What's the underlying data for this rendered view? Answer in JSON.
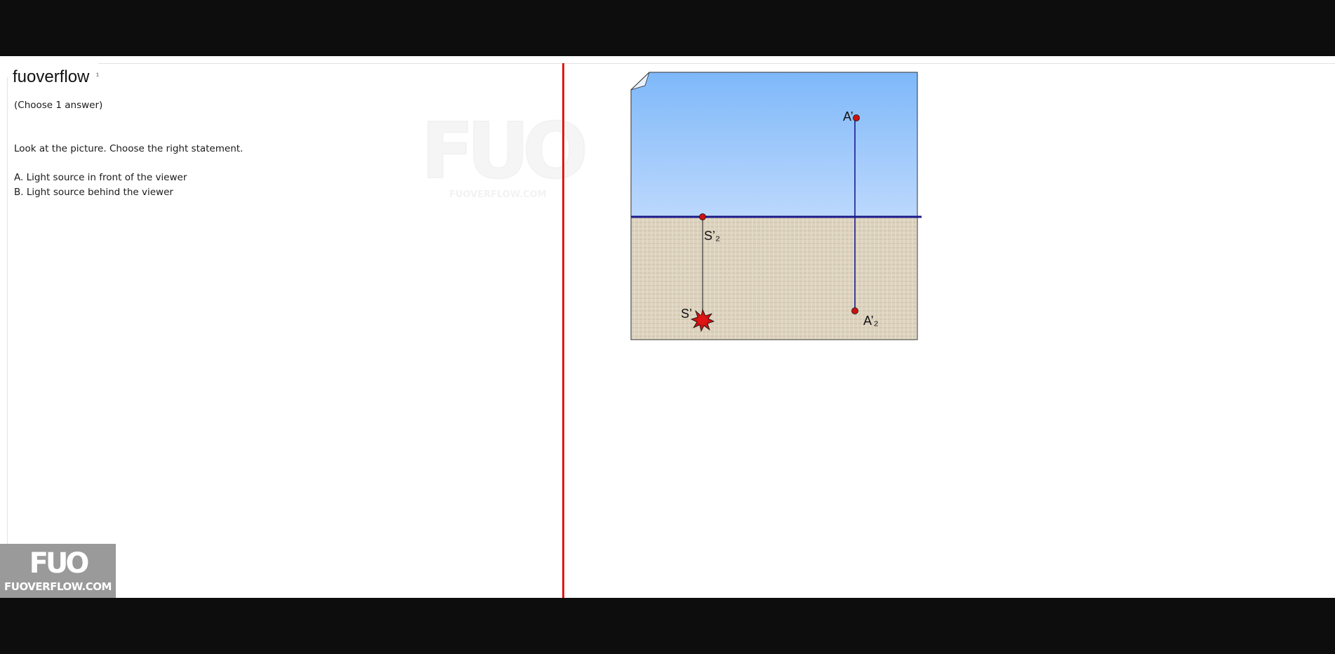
{
  "brand": {
    "name": "fuoverflow",
    "tail": "¹"
  },
  "question": {
    "hint": "(Choose 1 answer)",
    "text": "Look at the picture. Choose the right statement.",
    "options": [
      "A. Light source in front of the viewer",
      "B. Light source behind the viewer"
    ]
  },
  "watermark": {
    "mark": "FUO",
    "site": "FUOVERFLOW.COM"
  },
  "figure": {
    "labels": {
      "a_prime": "A’",
      "s2_prime": "S’₂",
      "s_prime": "S’",
      "a2_prime": "A’₂"
    },
    "colors": {
      "sky_top": "#7eb8f9",
      "sky_bottom": "#bcd8fd",
      "ground": "#ddd3bf",
      "horizon": "#1a1a8c",
      "point": "#cc1111",
      "line": "#111111"
    }
  },
  "logo": {
    "mark": "FUO",
    "site": "FUOVERFLOW.COM"
  },
  "colors": {
    "divider": "#e31818",
    "logo_bg": "#9a9a9a"
  }
}
